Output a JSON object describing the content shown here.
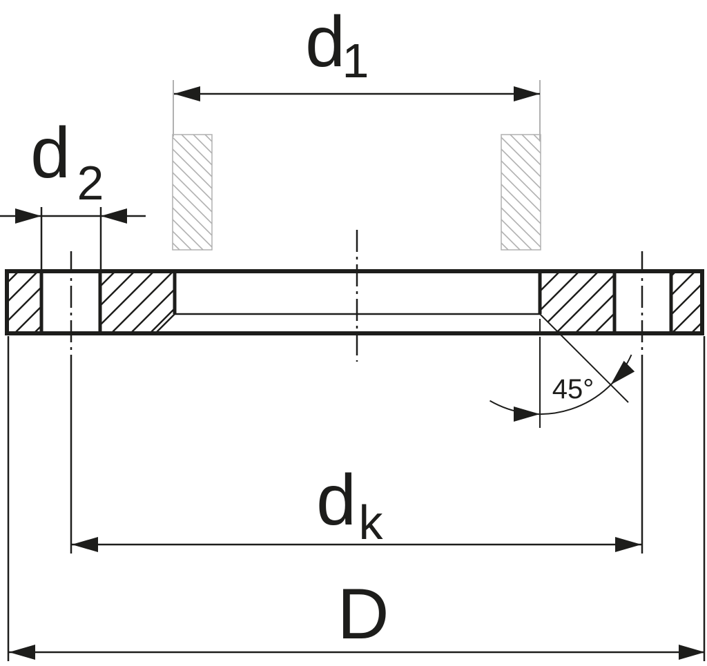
{
  "drawing": {
    "type": "technical-drawing",
    "subject": "backing-flange-cross-section",
    "labels": {
      "d1_base": "d",
      "d1_sub": "1",
      "d2_base": "d",
      "d2_sub": "2",
      "dk_base": "d",
      "dk_sub": "k",
      "D_base": "D",
      "angle": "45°"
    },
    "colors": {
      "line": "#1d1d1b",
      "phantom_hatch": "#b0b0b0",
      "background": "#ffffff"
    }
  }
}
